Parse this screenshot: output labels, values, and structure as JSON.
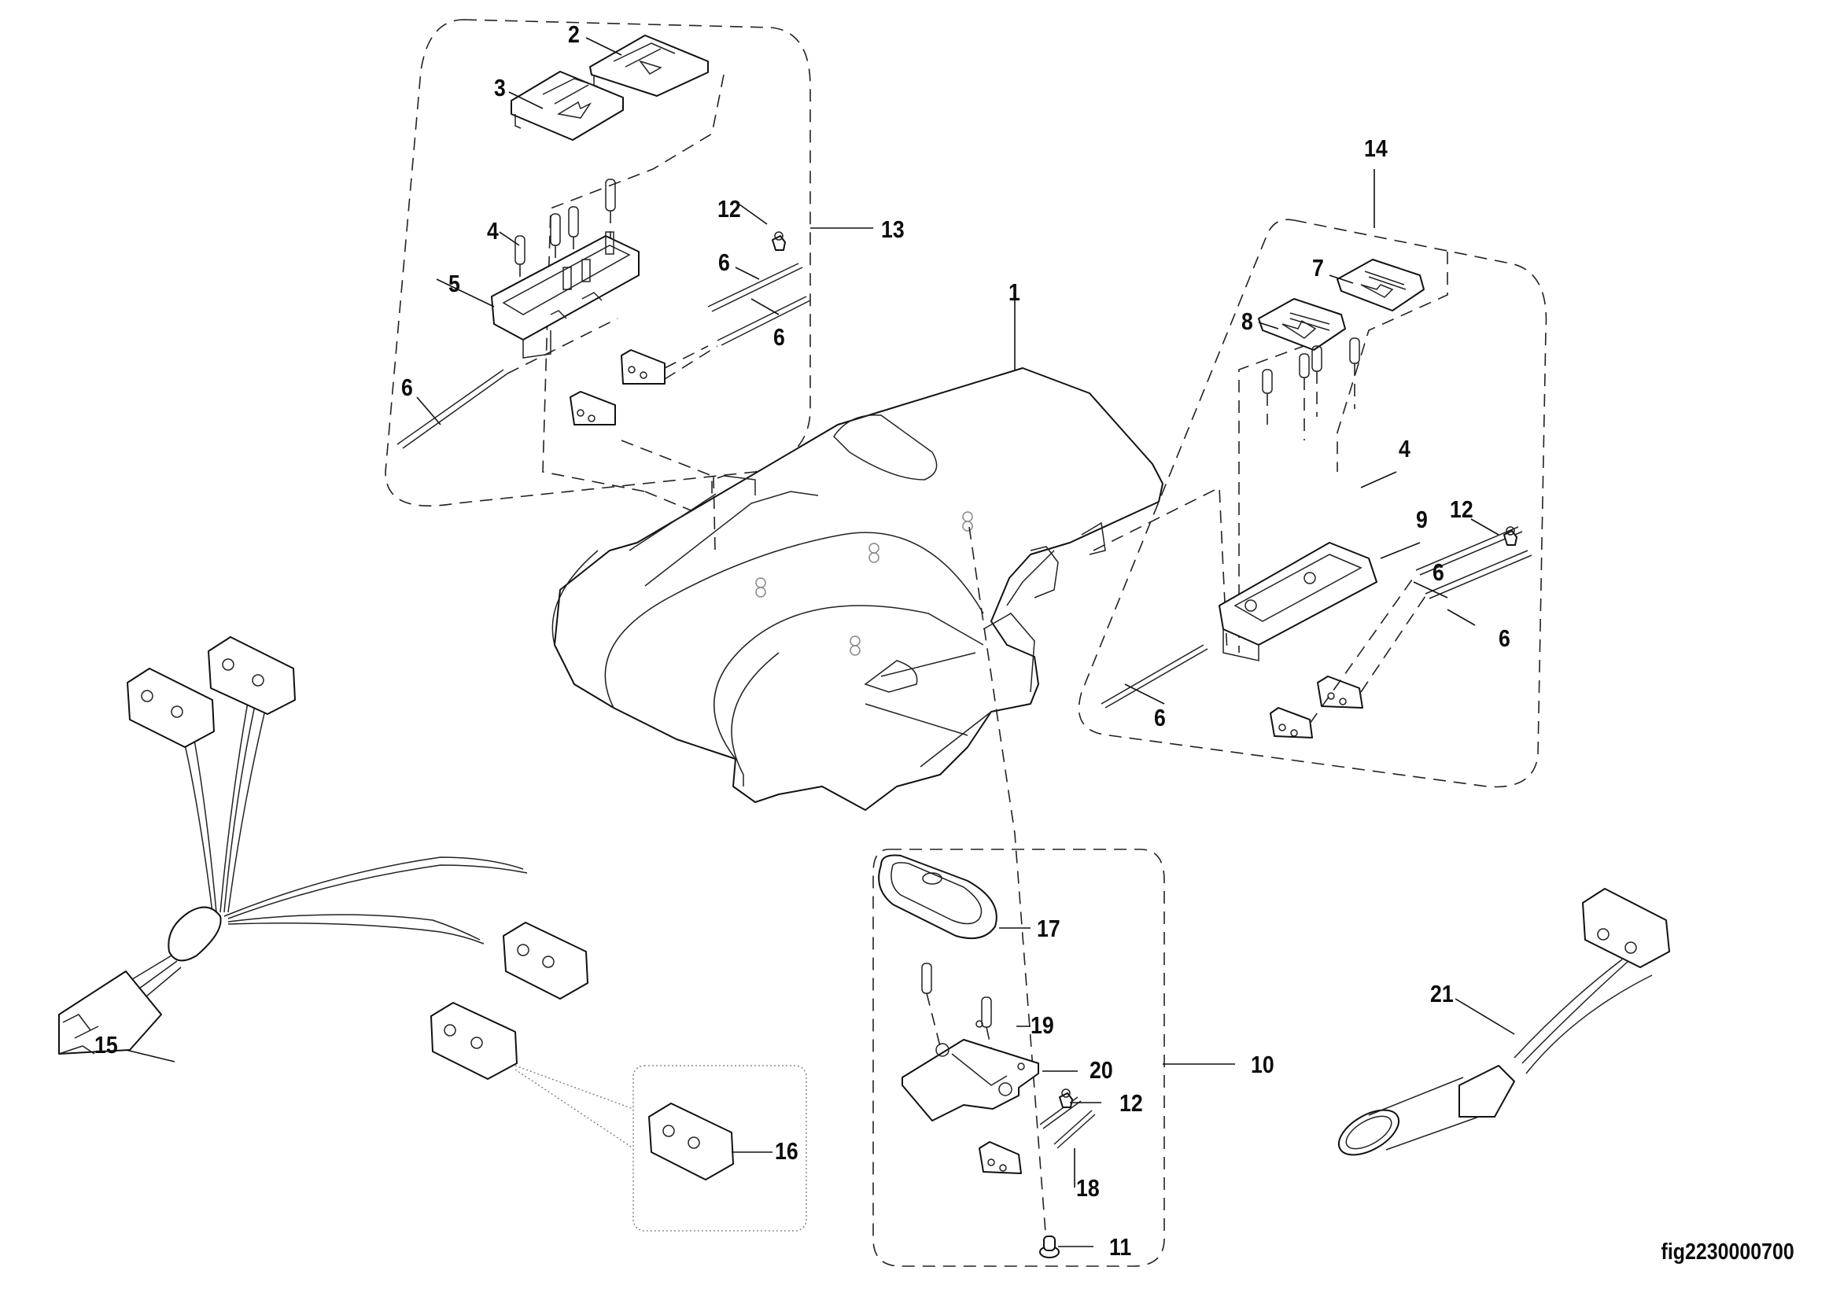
{
  "figure": {
    "id_label": "fig2230000700",
    "type": "exploded parts diagram"
  },
  "callouts": [
    {
      "number": "1",
      "part": "main-housing"
    },
    {
      "number": "2",
      "part": "switch-cap-left-arrow"
    },
    {
      "number": "3",
      "part": "switch-cap-right-arrow"
    },
    {
      "number": "4",
      "part": "spring"
    },
    {
      "number": "5",
      "part": "switch-carrier-left"
    },
    {
      "number": "6",
      "part": "pin"
    },
    {
      "number": "6",
      "part": "pin"
    },
    {
      "number": "6",
      "part": "pin"
    },
    {
      "number": "12",
      "part": "clip"
    },
    {
      "number": "13",
      "part": "left-switch-assembly"
    },
    {
      "number": "14",
      "part": "right-switch-assembly"
    },
    {
      "number": "7",
      "part": "switch-cap-left-arrow-right-group"
    },
    {
      "number": "8",
      "part": "switch-cap-right-arrow-right-group"
    },
    {
      "number": "4",
      "part": "spring"
    },
    {
      "number": "12",
      "part": "clip"
    },
    {
      "number": "9",
      "part": "switch-carrier-right"
    },
    {
      "number": "6",
      "part": "pin"
    },
    {
      "number": "6",
      "part": "pin"
    },
    {
      "number": "6",
      "part": "pin"
    },
    {
      "number": "15",
      "part": "wiring-harness"
    },
    {
      "number": "16",
      "part": "microswitch"
    },
    {
      "number": "17",
      "part": "button-cover"
    },
    {
      "number": "19",
      "part": "spring"
    },
    {
      "number": "20",
      "part": "button-plate"
    },
    {
      "number": "12",
      "part": "clip"
    },
    {
      "number": "18",
      "part": "pin"
    },
    {
      "number": "11",
      "part": "rivet"
    },
    {
      "number": "10",
      "part": "button-assembly"
    },
    {
      "number": "21",
      "part": "microswitch-with-connector"
    }
  ]
}
